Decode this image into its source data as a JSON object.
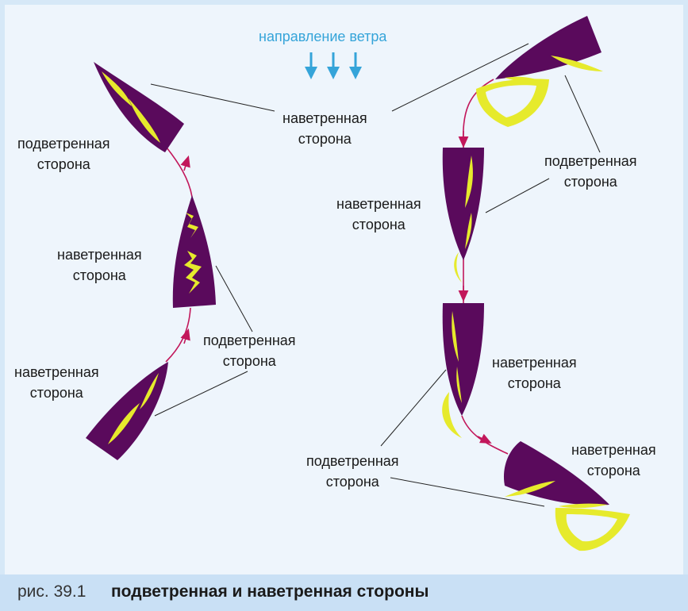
{
  "wind": {
    "label": "направление ветра",
    "color": "#35a4d9"
  },
  "colors": {
    "hull": "#5a0a5c",
    "sail": "#e6ea2c",
    "course": "#c2175b",
    "leader": "#222222"
  },
  "labels": {
    "top_center": [
      "наветренная",
      "сторона"
    ],
    "left_top": [
      "подветренная",
      "сторона"
    ],
    "left_mid": [
      "наветренная",
      "сторона"
    ],
    "left_mid_right": [
      "подветренная",
      "сторона"
    ],
    "left_bottom": [
      "наветренная",
      "сторона"
    ],
    "right_top": [
      "подветренная",
      "сторона"
    ],
    "right_mid": [
      "наветренная",
      "сторона"
    ],
    "right_lower": [
      "наветренная",
      "сторона"
    ],
    "right_lower_left": [
      "подветренная",
      "сторона"
    ],
    "right_bottom": [
      "наветренная",
      "сторона"
    ]
  },
  "caption": {
    "number": "рис. 39.1",
    "title": "подветренная и наветренная стороны"
  }
}
